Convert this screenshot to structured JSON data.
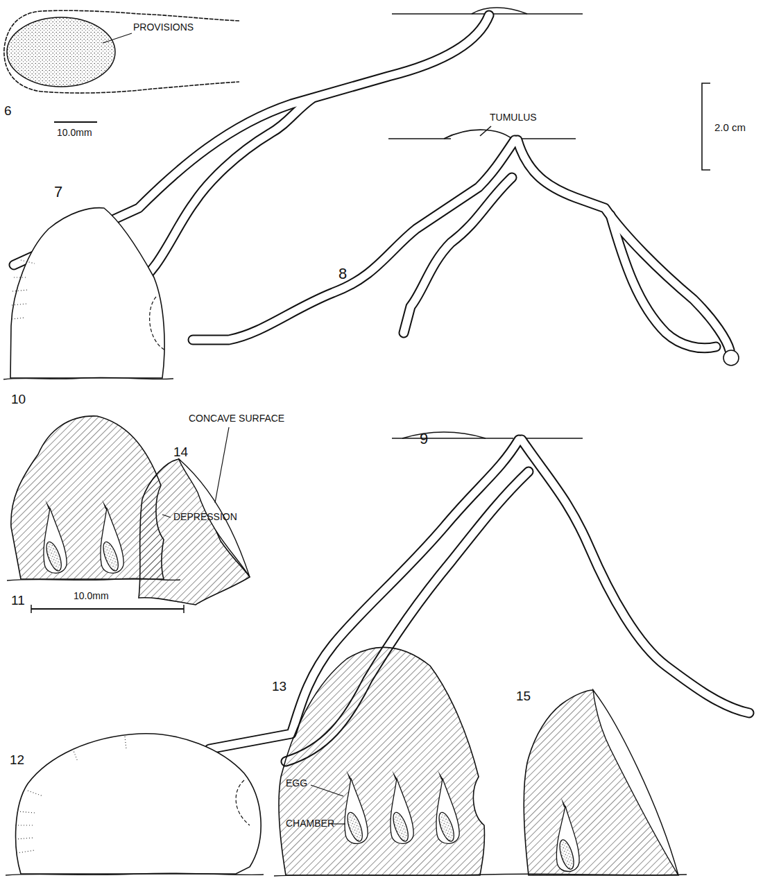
{
  "diagram": {
    "labels": [
      "6",
      "PROVISIONS",
      "10.0mm",
      "TUMULUS",
      "2.0 cm",
      "7",
      "8",
      "9",
      "10",
      "11",
      "DEPRESSION",
      "10.0mm",
      "14",
      "CONCAVE SURFACE",
      "12",
      "13",
      "EGG",
      "CHAMBER",
      "15"
    ]
  }
}
